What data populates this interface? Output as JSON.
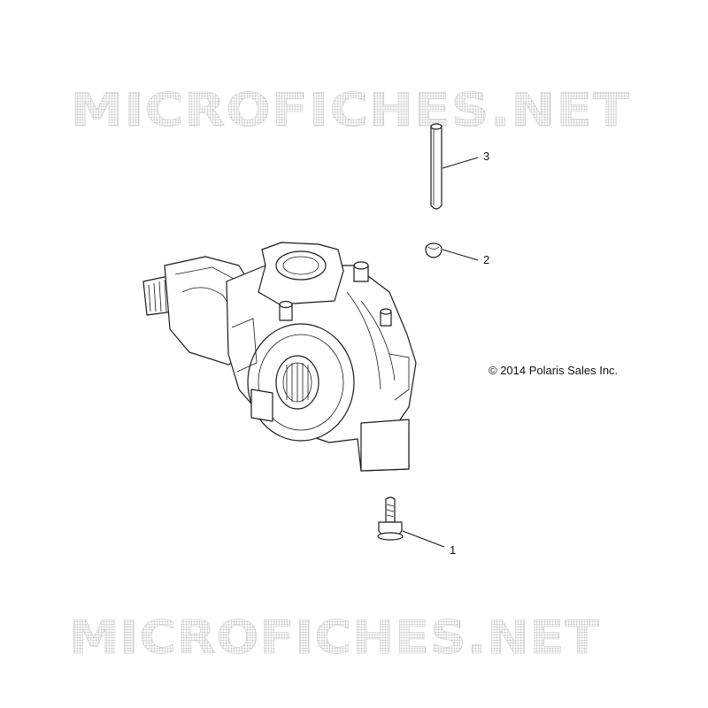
{
  "watermark": {
    "top_text": "MICROFICHES.NET",
    "bottom_text": "MICROFICHES.NET"
  },
  "copyright": "© 2014 Polaris Sales Inc.",
  "callouts": [
    {
      "id": "3",
      "label": "3"
    },
    {
      "id": "2",
      "label": "2"
    },
    {
      "id": "1",
      "label": "1"
    }
  ]
}
